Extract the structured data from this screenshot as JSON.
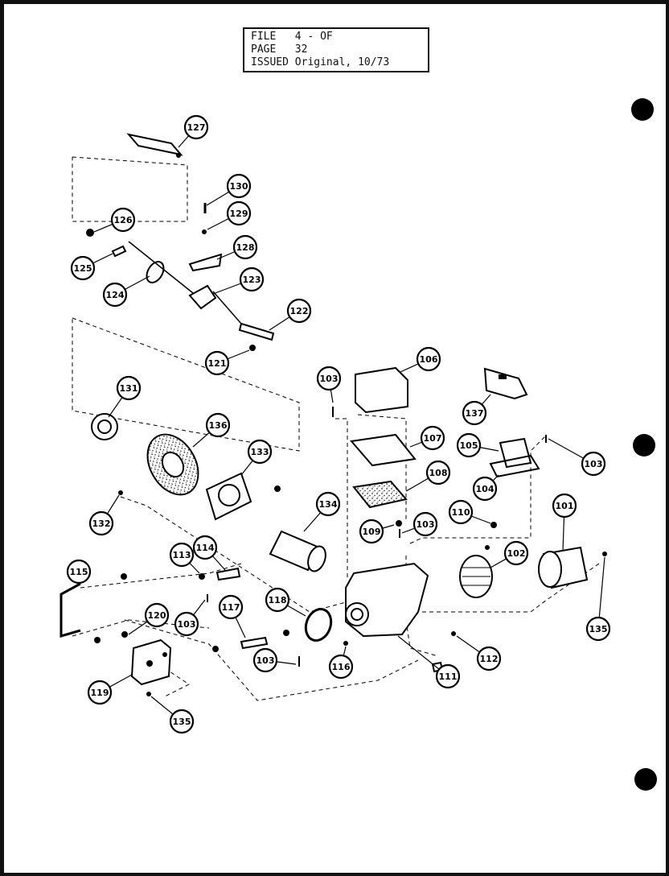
{
  "header": {
    "file_label": "FILE",
    "file_value": "4 - OF",
    "page_label": "PAGE",
    "page_value": "32",
    "issued_label": "ISSUED",
    "issued_value": "Original, 10/73"
  },
  "callouts": [
    {
      "id": "c127",
      "label": "127"
    },
    {
      "id": "c130",
      "label": "130"
    },
    {
      "id": "c129",
      "label": "129"
    },
    {
      "id": "c126",
      "label": "126"
    },
    {
      "id": "c128",
      "label": "128"
    },
    {
      "id": "c125",
      "label": "125"
    },
    {
      "id": "c123",
      "label": "123"
    },
    {
      "id": "c124",
      "label": "124"
    },
    {
      "id": "c122",
      "label": "122"
    },
    {
      "id": "c121",
      "label": "121"
    },
    {
      "id": "c106",
      "label": "106"
    },
    {
      "id": "c103a",
      "label": "103"
    },
    {
      "id": "c131",
      "label": "131"
    },
    {
      "id": "c137",
      "label": "137"
    },
    {
      "id": "c136",
      "label": "136"
    },
    {
      "id": "c107",
      "label": "107"
    },
    {
      "id": "c105",
      "label": "105"
    },
    {
      "id": "c103b",
      "label": "103"
    },
    {
      "id": "c133",
      "label": "133"
    },
    {
      "id": "c108",
      "label": "108"
    },
    {
      "id": "c104",
      "label": "104"
    },
    {
      "id": "c132",
      "label": "132"
    },
    {
      "id": "c134",
      "label": "134"
    },
    {
      "id": "c110",
      "label": "110"
    },
    {
      "id": "c101",
      "label": "101"
    },
    {
      "id": "c109",
      "label": "109"
    },
    {
      "id": "c103c",
      "label": "103"
    },
    {
      "id": "c102",
      "label": "102"
    },
    {
      "id": "c115",
      "label": "115"
    },
    {
      "id": "c113",
      "label": "113"
    },
    {
      "id": "c114",
      "label": "114"
    },
    {
      "id": "c118",
      "label": "118"
    },
    {
      "id": "c135a",
      "label": "135"
    },
    {
      "id": "c120",
      "label": "120"
    },
    {
      "id": "c103d",
      "label": "103"
    },
    {
      "id": "c117",
      "label": "117"
    },
    {
      "id": "c112",
      "label": "112"
    },
    {
      "id": "c103e",
      "label": "103"
    },
    {
      "id": "c116",
      "label": "116"
    },
    {
      "id": "c111",
      "label": "111"
    },
    {
      "id": "c119",
      "label": "119"
    },
    {
      "id": "c135b",
      "label": "135"
    }
  ]
}
